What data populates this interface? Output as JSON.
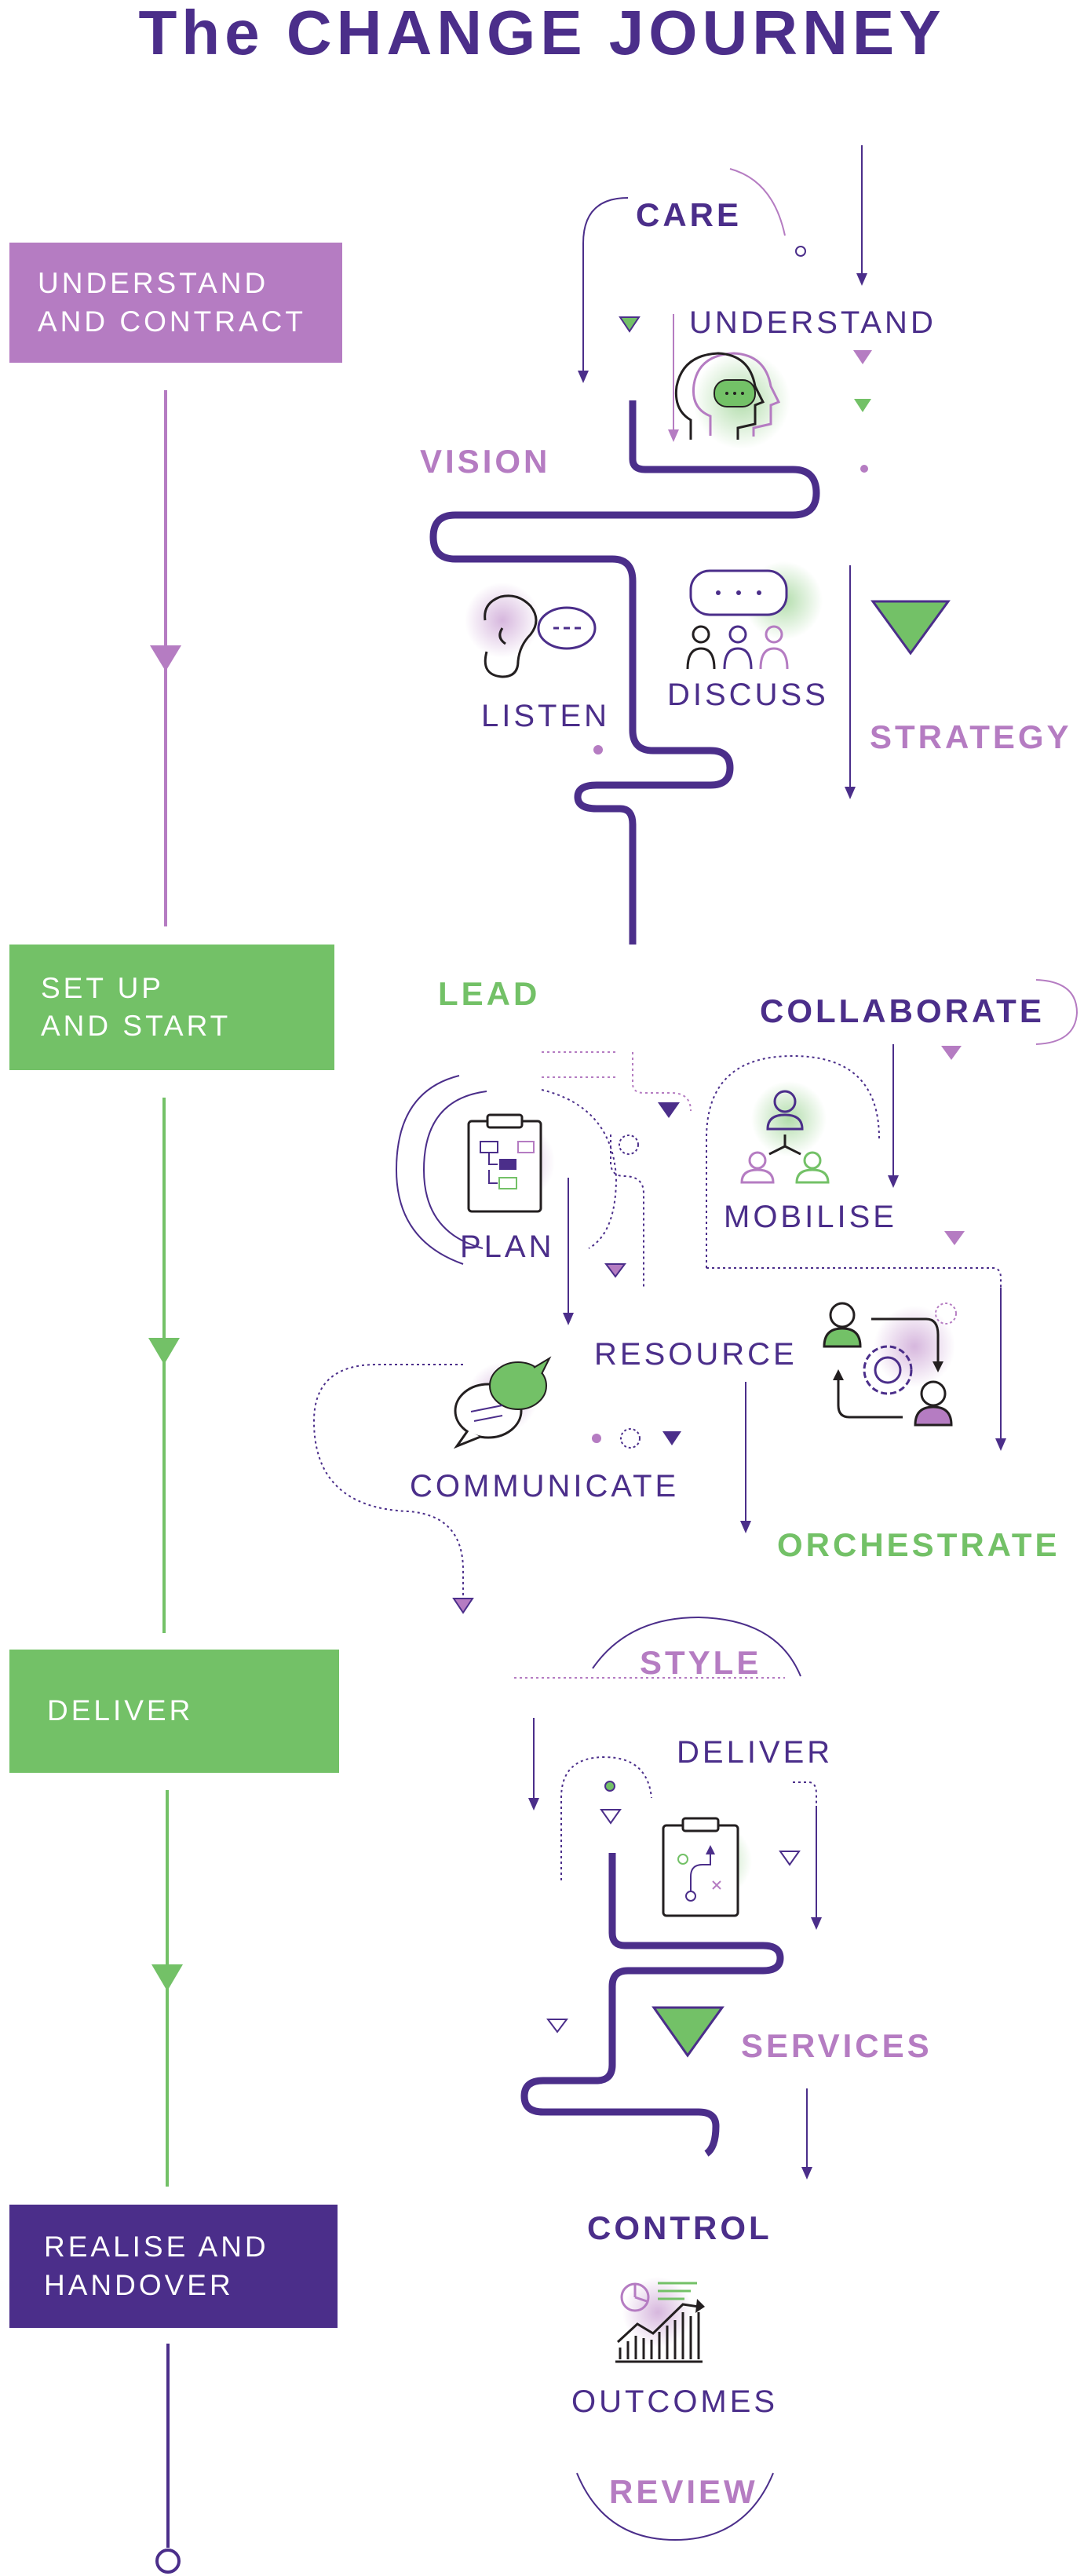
{
  "title": "The CHANGE JOURNEY",
  "colors": {
    "purple": "#4b2e8a",
    "lilac": "#b57cc2",
    "green": "#73c167"
  },
  "stages": [
    {
      "line1": "UNDERSTAND",
      "line2": "AND CONTRACT"
    },
    {
      "line1": "SET UP",
      "line2": "AND START"
    },
    {
      "line1": "DELIVER",
      "line2": ""
    },
    {
      "line1": "REALISE AND",
      "line2": "HANDOVER"
    }
  ],
  "labels": {
    "care": "CARE",
    "understand": "UNDERSTAND",
    "vision": "VISION",
    "listen": "LISTEN",
    "discuss": "DISCUSS",
    "strategy": "STRATEGY",
    "lead": "LEAD",
    "collaborate": "COLLABORATE",
    "plan": "PLAN",
    "mobilise": "MOBILISE",
    "resource": "RESOURCE",
    "communicate": "COMMUNICATE",
    "orchestrate": "ORCHESTRATE",
    "style": "STYLE",
    "deliver": "DELIVER",
    "services": "SERVICES",
    "control": "CONTROL",
    "outcomes": "OUTCOMES",
    "review": "REVIEW"
  },
  "icons": {
    "understand": "two-heads-speech-icon",
    "listen": "ear-speech-icon",
    "discuss": "group-speech-icon",
    "plan": "clipboard-flow-icon",
    "mobilise": "team-hierarchy-icon",
    "resource": "people-gear-icon",
    "communicate": "speech-bubbles-icon",
    "deliver": "clipboard-tactics-icon",
    "outcomes": "growth-chart-icon"
  }
}
